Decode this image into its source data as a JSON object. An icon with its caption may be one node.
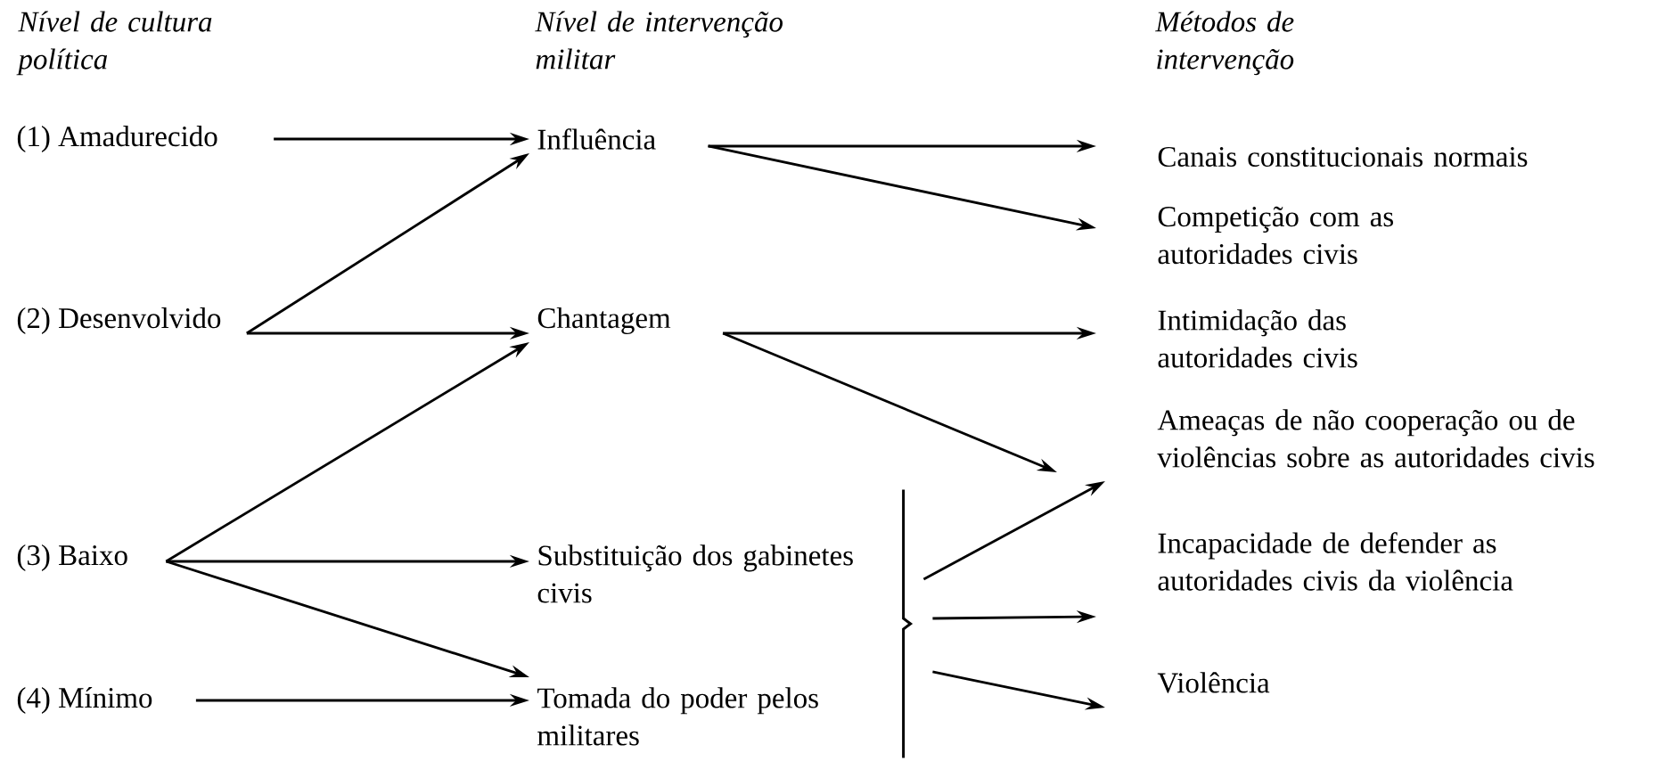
{
  "diagram": {
    "nodes": [
      {
        "text": [
          "(1) Amadurecido"
        ]
      },
      {
        "text": [
          "(2) Desenvolvido"
        ]
      },
      {
        "text": [
          "(3) Baixo"
        ]
      },
      {
        "text": [
          "(4) Mínimo"
        ]
      },
      {
        "text": [
          "Influência"
        ]
      },
      {
        "text": [
          "Chantagem"
        ]
      },
      {
        "text": [
          "Substituição dos gabinetes civis"
        ]
      },
      {
        "text": [
          "Tomada do poder pelos militares"
        ]
      },
      {
        "text": [
          "Canais constitucionais normais"
        ]
      },
      {
        "text": [
          "Competição com as autoridades civis"
        ]
      },
      {
        "text": [
          "Intimidação das autoridades civis"
        ]
      },
      {
        "text": [
          "Ameaças de não cooperação ou de violências sobre as autoridades civis"
        ]
      },
      {
        "text": [
          "Incapacidade de defender as autoridades civis da violência"
        ]
      },
      {
        "text": [
          "Violência"
        ]
      },
      {
        "text": [],
        "shape": "brace"
      }
    ],
    "edges": [
      {
        "from": 0,
        "to": 4,
        "arrow": "to"
      },
      {
        "from": 1,
        "to": 4,
        "arrow": "to"
      },
      {
        "from": 1,
        "to": 5,
        "arrow": "to"
      },
      {
        "from": 2,
        "to": 5,
        "arrow": "to"
      },
      {
        "from": 2,
        "to": 6,
        "arrow": "to"
      },
      {
        "from": 2,
        "to": 7,
        "arrow": "to"
      },
      {
        "from": 3,
        "to": 7,
        "arrow": "to"
      },
      {
        "from": 4,
        "to": 8,
        "arrow": "to"
      },
      {
        "from": 4,
        "to": 9,
        "arrow": "to"
      },
      {
        "from": 5,
        "to": 10,
        "arrow": "to"
      },
      {
        "from": 5,
        "to": 11,
        "arrow": "to"
      },
      {
        "from": 14,
        "to": 11,
        "arrow": "to"
      },
      {
        "from": 14,
        "to": 12,
        "arrow": "to"
      },
      {
        "from": 14,
        "to": 13,
        "arrow": "to"
      }
    ],
    "labels": [
      "Nível de cultura política",
      "Nível de intervenção militar",
      "Métodos de intervenção"
    ]
  }
}
